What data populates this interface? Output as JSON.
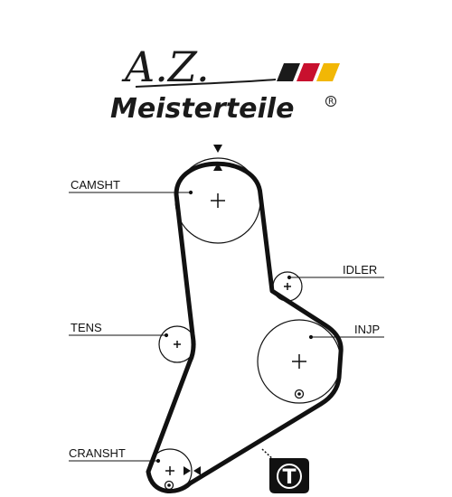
{
  "logo": {
    "script_text": "A.Z.",
    "brand_text": "Meisterteile",
    "registered_mark": "R",
    "stripe_colors": [
      "#1a1a1a",
      "#c8102e",
      "#f2b705"
    ]
  },
  "labels": {
    "camshaft": "CAMSHT",
    "idler": "IDLER",
    "tensioner": "TENS",
    "injection_pump": "INJP",
    "crankshaft": "CRANSHT"
  },
  "badge": {
    "text": "T",
    "color": "#111111"
  },
  "belt": {
    "color": "#111111"
  }
}
